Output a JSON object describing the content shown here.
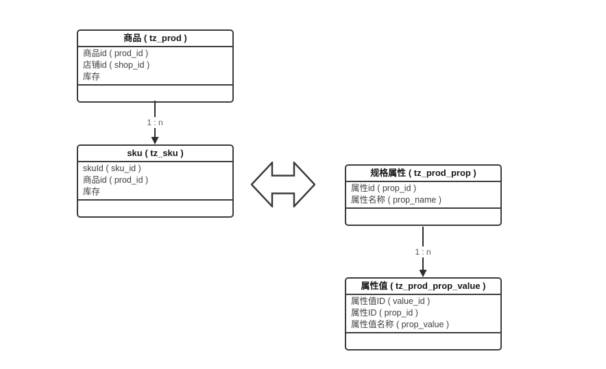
{
  "diagram": {
    "tables": [
      {
        "id": "prod",
        "title": "商品 ( tz_prod )",
        "fields": [
          "商品id ( prod_id )",
          "店铺id ( shop_id )",
          "库存"
        ]
      },
      {
        "id": "sku",
        "title": "sku ( tz_sku )",
        "fields": [
          "skuId ( sku_id )",
          "商品id ( prod_id )",
          "库存"
        ]
      },
      {
        "id": "prod_prop",
        "title": "规格属性 ( tz_prod_prop )",
        "fields": [
          "属性id ( prop_id )",
          "属性名称 ( prop_name )"
        ]
      },
      {
        "id": "prod_prop_value",
        "title": "属性值 ( tz_prod_prop_value )",
        "fields": [
          "属性值ID ( value_id )",
          "属性ID ( prop_id )",
          "属性值名称 ( prop_value )"
        ]
      }
    ],
    "relations": [
      {
        "from": "prod",
        "to": "sku",
        "label": "1 : n"
      },
      {
        "from": "prod_prop",
        "to": "prod_prop_value",
        "label": "1 : n"
      }
    ],
    "connector": {
      "type": "bidirectional-arrow",
      "between": [
        "sku",
        "prod_prop"
      ]
    },
    "colors": {
      "background": "#ffffff",
      "border": "#3b3b3b",
      "title_text": "#161616",
      "field_text": "#3f3f3f",
      "label_text": "#595959"
    }
  }
}
